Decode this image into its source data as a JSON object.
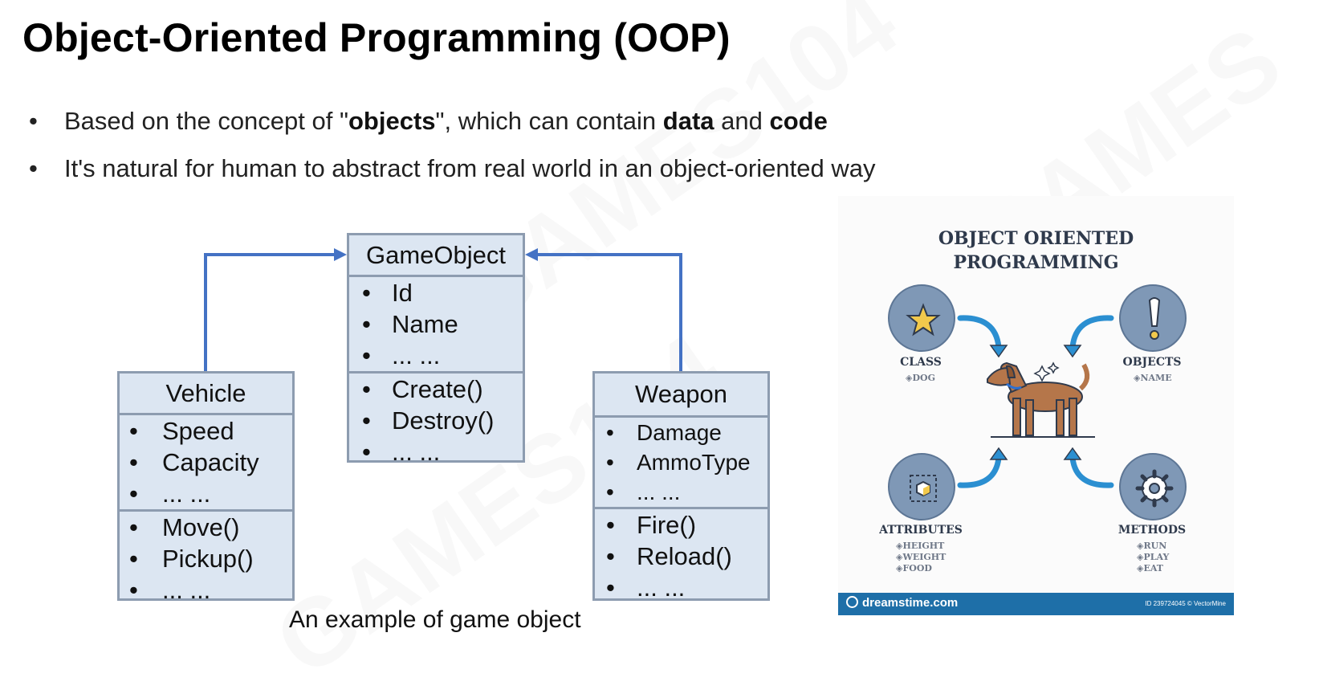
{
  "title": "Object-Oriented Programming (OOP)",
  "bullets": [
    {
      "marker": "•",
      "segments": [
        {
          "t": "Based on the concept of \""
        },
        {
          "b": "objects"
        },
        {
          "t": "\", which can contain "
        },
        {
          "b": "data"
        },
        {
          "t": " and "
        },
        {
          "b": "code"
        }
      ]
    },
    {
      "marker": "•",
      "segments": [
        {
          "t": "It's natural for human to abstract from real world in an object-oriented way"
        }
      ]
    }
  ],
  "diagram": {
    "game_object": {
      "name": "GameObject",
      "fields": [
        "Id",
        "Name",
        "... ..."
      ],
      "methods": [
        "Create()",
        "Destroy()",
        "... ..."
      ]
    },
    "vehicle": {
      "name": "Vehicle",
      "fields": [
        "Speed",
        "Capacity",
        "... ..."
      ],
      "methods": [
        "Move()",
        "Pickup()",
        "... ..."
      ]
    },
    "weapon": {
      "name": "Weapon",
      "fields": [
        "Damage",
        "AmmoType",
        "... ..."
      ],
      "methods": [
        "Fire()",
        "Reload()",
        "... ..."
      ]
    },
    "bullet_char": "•",
    "caption": "An example of game object",
    "arrow_color": "#4472c4"
  },
  "infographic": {
    "title_line1": "OBJECT ORIENTED",
    "title_line2": "PROGRAMMING",
    "class_label": "CLASS",
    "class_items": [
      "◈DOG"
    ],
    "objects_label": "OBJECTS",
    "objects_items": [
      "◈NAME"
    ],
    "attributes_label": "ATTRIBUTES",
    "attributes_items": [
      "◈HEIGHT",
      "◈WEIGHT",
      "◈FOOD"
    ],
    "methods_label": "METHODS",
    "methods_items": [
      "◈RUN",
      "◈PLAY",
      "◈EAT"
    ],
    "footer_brand": "dreamstime.com",
    "footer_credit": "ID 239724045 © VectorMine",
    "icons": [
      "star-icon",
      "exclamation-icon",
      "cube-icon",
      "gear-icon",
      "dog-illustration",
      "curved-arrow-icon"
    ],
    "colors": {
      "circle": "#7f98b6",
      "arrow": "#2b8fd1",
      "footer": "#1e6fa8",
      "dog": "#b5764a"
    }
  }
}
